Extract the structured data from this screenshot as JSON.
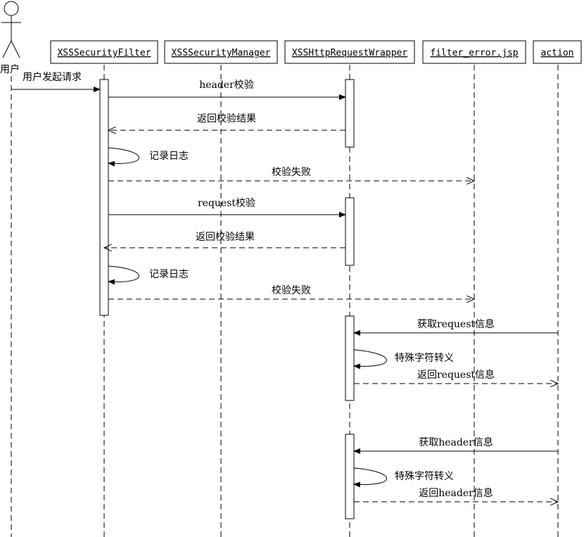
{
  "diagram": {
    "actor": {
      "label": "用户"
    },
    "participants": [
      "XSSSecurityFilter",
      "XSSSecurityManager",
      "XSSHttpRequestWrapper",
      "filter_error.jsp",
      "action"
    ],
    "messages": [
      "用户发起请求",
      "header校验",
      "返回校验结果",
      "记录日志",
      "校验失败",
      "request校验",
      "返回校验结果",
      "记录日志",
      "校验失败",
      "获取request信息",
      "特殊字符转义",
      "返回request信息",
      "获取header信息",
      "特殊字符转义",
      "返回header信息"
    ]
  }
}
